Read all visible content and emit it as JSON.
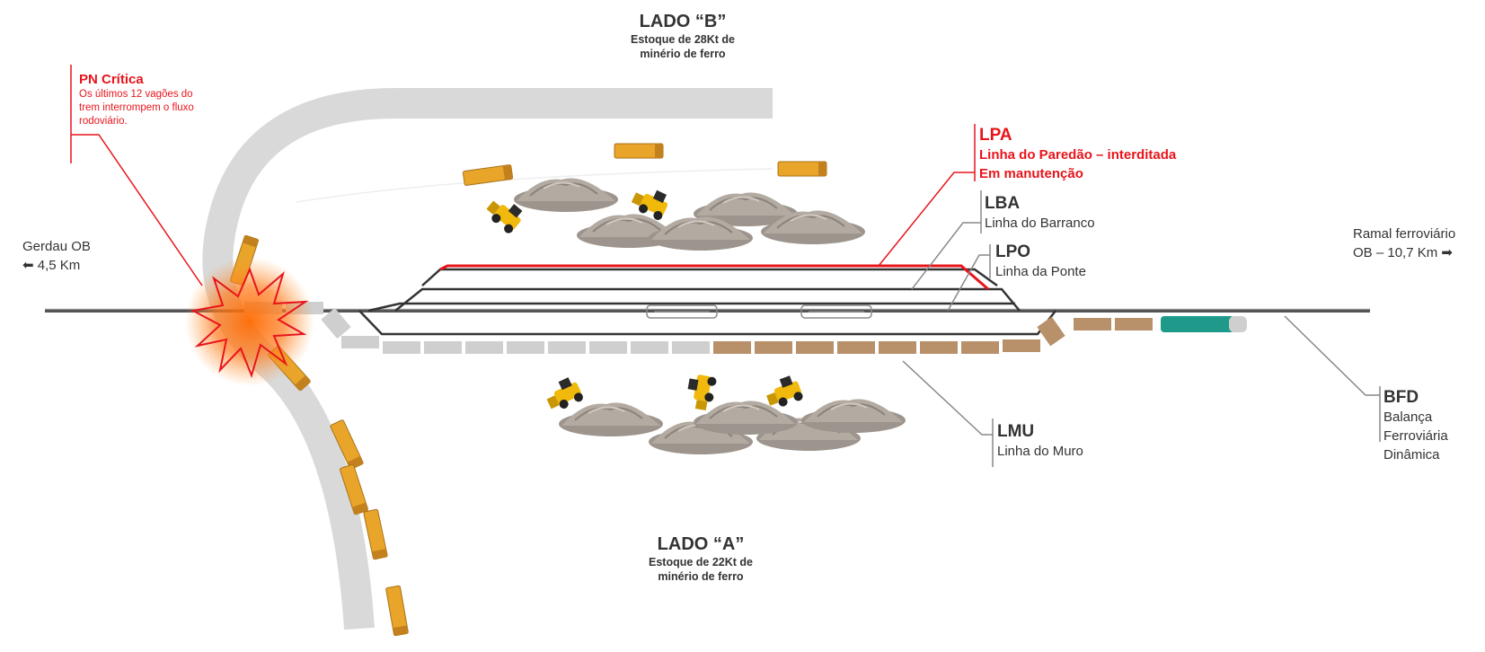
{
  "side_b": {
    "title": "LADO “B”",
    "desc_line1": "Estoque de 28Kt de",
    "desc_line2": "minério de ferro"
  },
  "side_a": {
    "title": "LADO “A”",
    "desc_line1": "Estoque de 22Kt de",
    "desc_line2": "minério de ferro"
  },
  "pn": {
    "title": "PN Crítica",
    "body": "Os últimos 12 vagões do trem interrompem o fluxo rodoviário."
  },
  "gerdau": {
    "name": "Gerdau OB",
    "arrow": "⬅",
    "dist": "4,5 Km"
  },
  "ramal": {
    "line1": "Ramal ferroviário",
    "line2": "OB – 10,7 Km",
    "arrow": "➡"
  },
  "lpa": {
    "code": "LPA",
    "line1": "Linha do Paredão – interditada",
    "line2": "Em manutenção"
  },
  "lba": {
    "code": "LBA",
    "name": "Linha do Barranco"
  },
  "lpo": {
    "code": "LPO",
    "name": "Linha da Ponte"
  },
  "lmu": {
    "code": "LMU",
    "name": "Linha do Muro"
  },
  "bfd": {
    "code": "BFD",
    "line1": "Balança",
    "line2": "Ferroviária",
    "line3": "Dinâmica"
  },
  "colors": {
    "alert_red": "#e8141b",
    "text": "#333333",
    "road": "#d9d9d9",
    "rail": "#555555",
    "ore_wagon": "#b8906a",
    "empty_wagon": "#cfcfcf",
    "truck": "#e9a52a",
    "locomotive": "#1f9a8a"
  }
}
